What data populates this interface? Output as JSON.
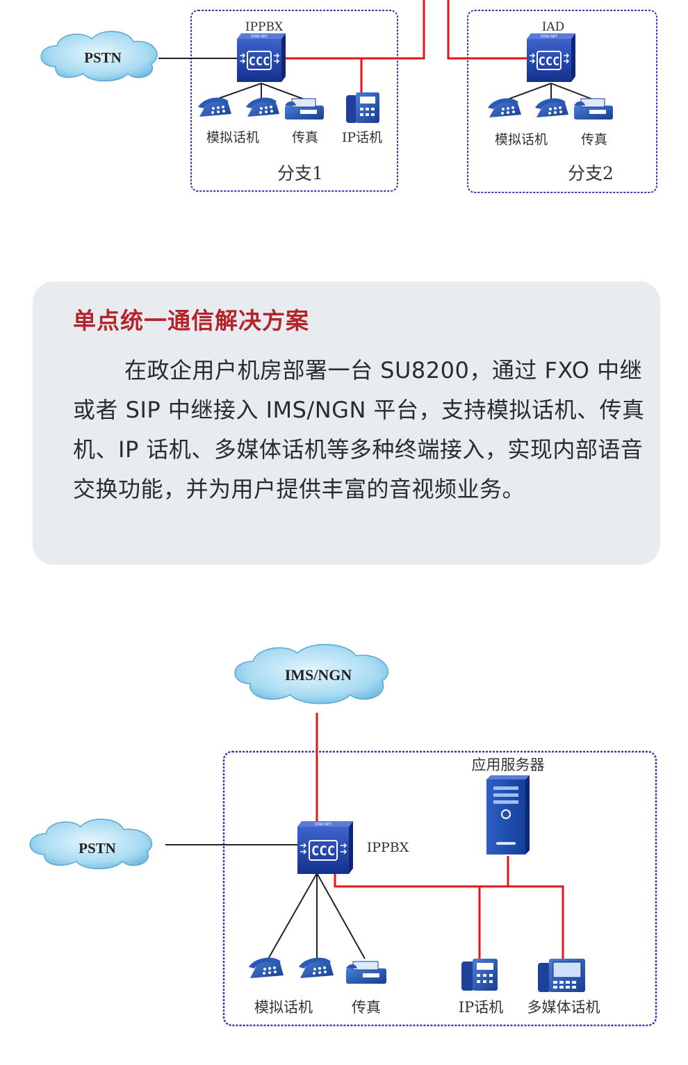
{
  "top_diagram": {
    "pstn": "PSTN",
    "branch1": {
      "device": "IPPBX",
      "device_brand": "STAR NET",
      "device_logo": "CCC",
      "terminals": [
        "模拟话机",
        "传真",
        "IP话机"
      ],
      "label": "分支1"
    },
    "branch2": {
      "device": "IAD",
      "device_brand": "STAR NET",
      "device_logo": "CCC",
      "terminals": [
        "模拟话机",
        "传真"
      ],
      "label": "分支2"
    }
  },
  "card": {
    "title": "单点统一通信解决方案",
    "body": "在政企用户机房部署一台 SU8200，通过 FXO 中继或者 SIP 中继接入 IMS/NGN 平台，支持模拟话机、传真机、IP 话机、多媒体话机等多种终端接入，实现内部语音交换功能，并为用户提供丰富的音视频业务。"
  },
  "bottom_diagram": {
    "ims": "IMS/NGN",
    "pstn": "PSTN",
    "device": "IPPBX",
    "device_brand": "STAR NET",
    "device_logo": "CCC",
    "server": "应用服务器",
    "terminals": [
      "模拟话机",
      "传真",
      "IP话机",
      "多媒体话机"
    ]
  },
  "colors": {
    "link_red": "#e3141b",
    "link_black": "#222222",
    "frame_blue": "#3538b0",
    "device_blue": "#1d3fa8",
    "cloud_fill": "#9fd4ef",
    "title_red": "#b3252b",
    "card_bg": "#e8ecf0"
  },
  "icons": [
    "cloud-icon",
    "ippbx-device-icon",
    "analog-phone-icon",
    "fax-icon",
    "ip-phone-icon",
    "multimedia-phone-icon",
    "server-icon"
  ]
}
